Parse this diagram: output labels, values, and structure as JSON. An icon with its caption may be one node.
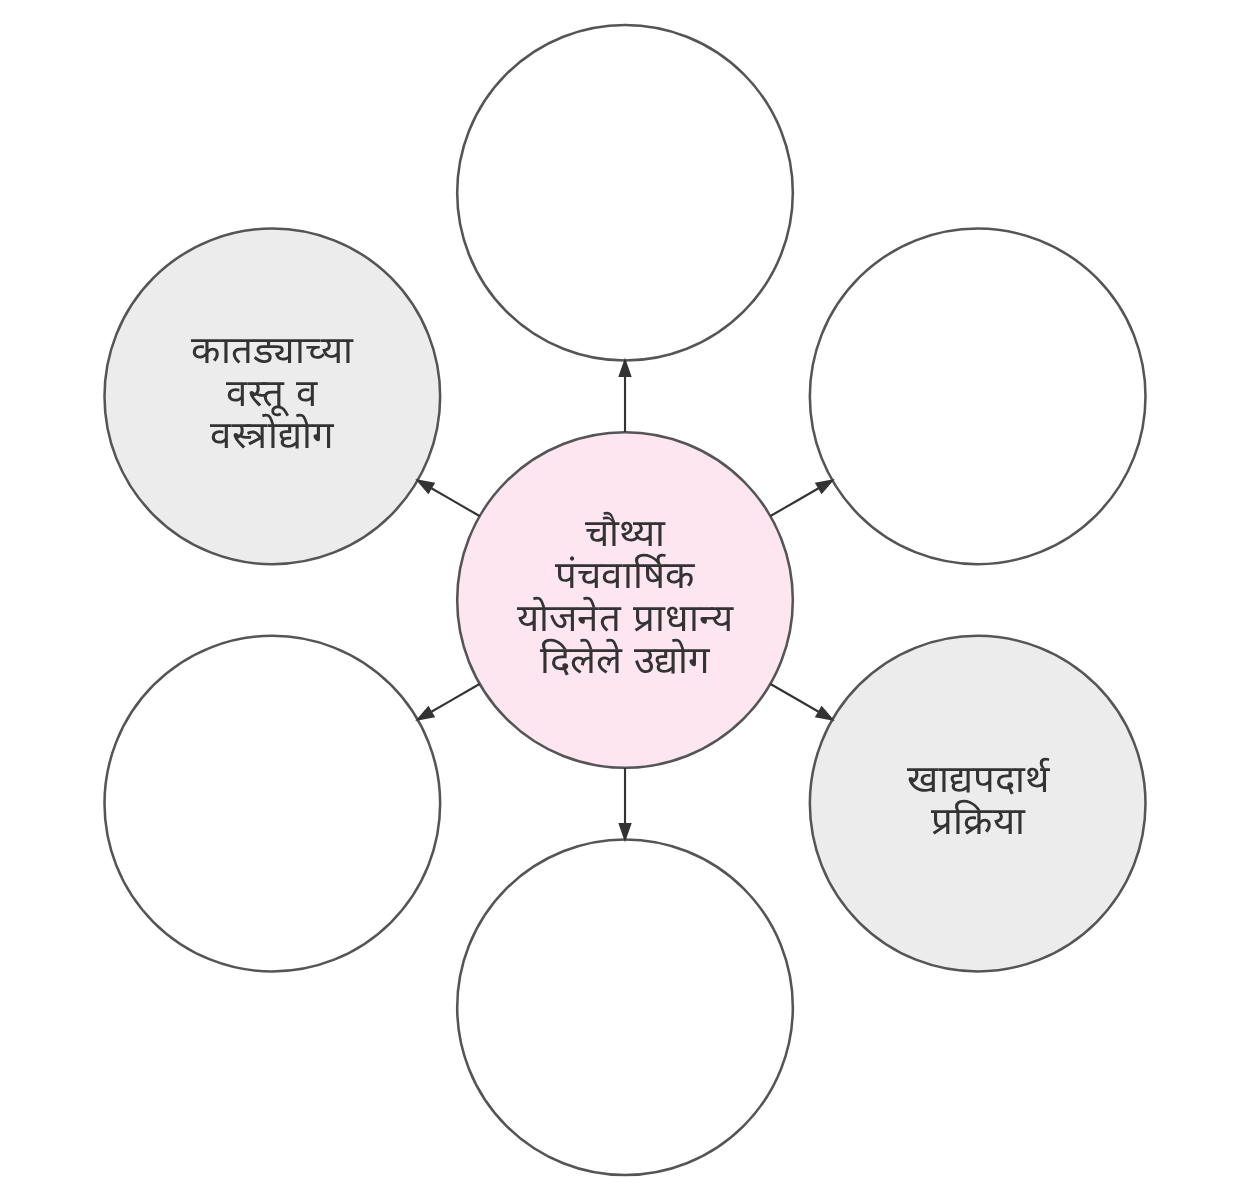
{
  "diagram": {
    "nodes": [
      {
        "text": [],
        "shape": "circle"
      },
      {
        "text": [
          "कातड्याच्या वस्तू व वस्त्रोद्योग"
        ]
      },
      {
        "text": [],
        "shape": "circle"
      },
      {
        "text": [
          "चौथ्या पंचवार्षिक योजनेत प्राधान्य दिलेले उद्योग"
        ]
      },
      {
        "text": [],
        "shape": "circle"
      },
      {
        "text": [
          "खाद्यपदार्थ प्रक्रिया"
        ]
      },
      {
        "text": [],
        "shape": "circle"
      }
    ],
    "edges": [
      {
        "from": 3,
        "to": 0,
        "arrow": "to"
      },
      {
        "from": 3,
        "to": 2,
        "arrow": "to"
      },
      {
        "from": 3,
        "to": 5,
        "arrow": "to"
      },
      {
        "from": 3,
        "to": 6,
        "arrow": "to"
      },
      {
        "from": 3,
        "to": 4,
        "arrow": "to"
      },
      {
        "from": 3,
        "to": 1,
        "arrow": "to"
      }
    ]
  }
}
